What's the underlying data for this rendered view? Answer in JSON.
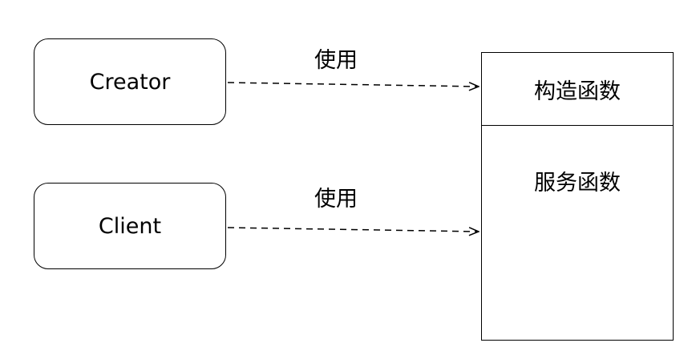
{
  "nodes": {
    "creator": "Creator",
    "client": "Client"
  },
  "edges": [
    {
      "from": "Creator",
      "to": "构造函数",
      "label": "使用",
      "style": "dashed"
    },
    {
      "from": "Client",
      "to": "服务函数",
      "label": "使用",
      "style": "dashed"
    }
  ],
  "class_box": {
    "top_section": "构造函数",
    "bottom_section": "服务函数"
  }
}
